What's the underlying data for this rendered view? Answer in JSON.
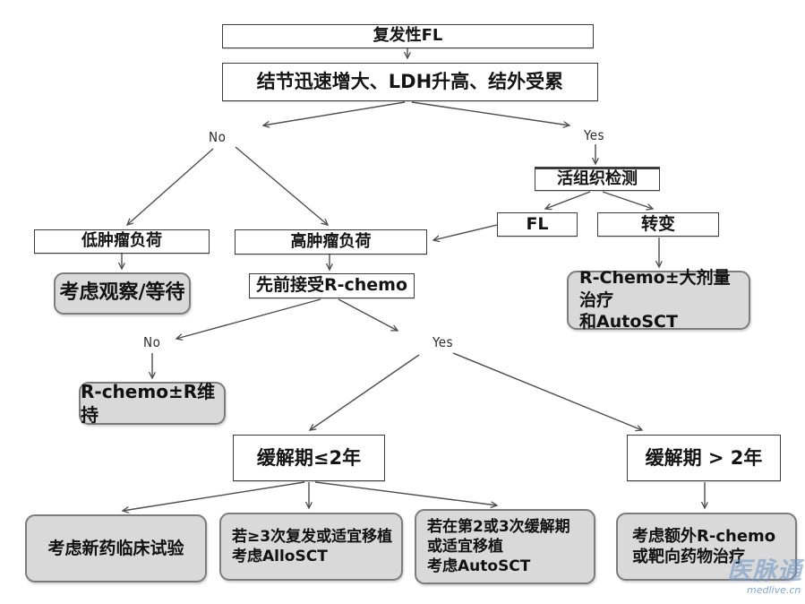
{
  "nodes": {
    "relapsed_fl": {
      "label": "复发性FL"
    },
    "rapid_growth": {
      "label": "结节迅速增大、LDH升高、结外受累"
    },
    "biopsy": {
      "label": "活组织检测"
    },
    "fl": {
      "label": "FL"
    },
    "transformation": {
      "label": "转变"
    },
    "low_burden": {
      "label": "低肿瘤负荷"
    },
    "high_burden": {
      "label": "高肿瘤负荷"
    },
    "watch_wait": {
      "label": "考虑观察/等待"
    },
    "prior_rchemo": {
      "label": "先前接受R-chemo"
    },
    "rchemo_hd": {
      "lines": [
        "R-Chemo±大剂量治疗",
        "和AutoSCT"
      ]
    },
    "rchemo_maint": {
      "label": "R-chemo±R维持"
    },
    "remission_le2": {
      "label": "缓解期≤2年"
    },
    "remission_gt2": {
      "label": "缓解期 > 2年"
    },
    "new_drug_trial": {
      "label": "考虑新药临床试验"
    },
    "allosct": {
      "lines": [
        "若≥3次复发或适宜移植",
        "考虑AlloSCT"
      ]
    },
    "autosct": {
      "lines": [
        "若在第2或3次缓解期",
        "或适宜移植",
        "考虑AutoSCT"
      ]
    },
    "additional_rchemo": {
      "lines": [
        "考虑额外R-chemo",
        "或靶向药物治疗"
      ]
    }
  },
  "branch_labels": {
    "no1": "No",
    "yes1": "Yes",
    "no2": "No",
    "yes2": "Yes"
  },
  "edges": [
    {
      "from": "relapsed_fl",
      "to": "rapid_growth",
      "label": ""
    },
    {
      "from": "rapid_growth",
      "to": "low_burden",
      "label": "No"
    },
    {
      "from": "rapid_growth",
      "to": "high_burden",
      "label": "No"
    },
    {
      "from": "rapid_growth",
      "to": "biopsy",
      "label": "Yes"
    },
    {
      "from": "biopsy",
      "to": "fl",
      "label": ""
    },
    {
      "from": "biopsy",
      "to": "transformation",
      "label": ""
    },
    {
      "from": "fl",
      "to": "high_burden",
      "label": ""
    },
    {
      "from": "transformation",
      "to": "rchemo_hd",
      "label": ""
    },
    {
      "from": "low_burden",
      "to": "watch_wait",
      "label": ""
    },
    {
      "from": "high_burden",
      "to": "prior_rchemo",
      "label": ""
    },
    {
      "from": "prior_rchemo",
      "to": "rchemo_maint",
      "label": "No"
    },
    {
      "from": "prior_rchemo",
      "to": "remission_le2",
      "label": "Yes"
    },
    {
      "from": "prior_rchemo",
      "to": "remission_gt2",
      "label": "Yes"
    },
    {
      "from": "remission_le2",
      "to": "new_drug_trial",
      "label": ""
    },
    {
      "from": "remission_le2",
      "to": "allosct",
      "label": ""
    },
    {
      "from": "remission_le2",
      "to": "autosct",
      "label": ""
    },
    {
      "from": "remission_gt2",
      "to": "additional_rchemo",
      "label": ""
    }
  ],
  "watermark": {
    "brand": "医脉通",
    "domain": "medlive.cn"
  },
  "colors": {
    "box_fill_white": "#ffffff",
    "box_fill_gray": "#d9d9d9",
    "box_border_dark": "#3c3c3c",
    "gray_box_border": "#7c7c7c",
    "arrow": "#4d4d4d",
    "watermark_blue": "#7098c6"
  }
}
